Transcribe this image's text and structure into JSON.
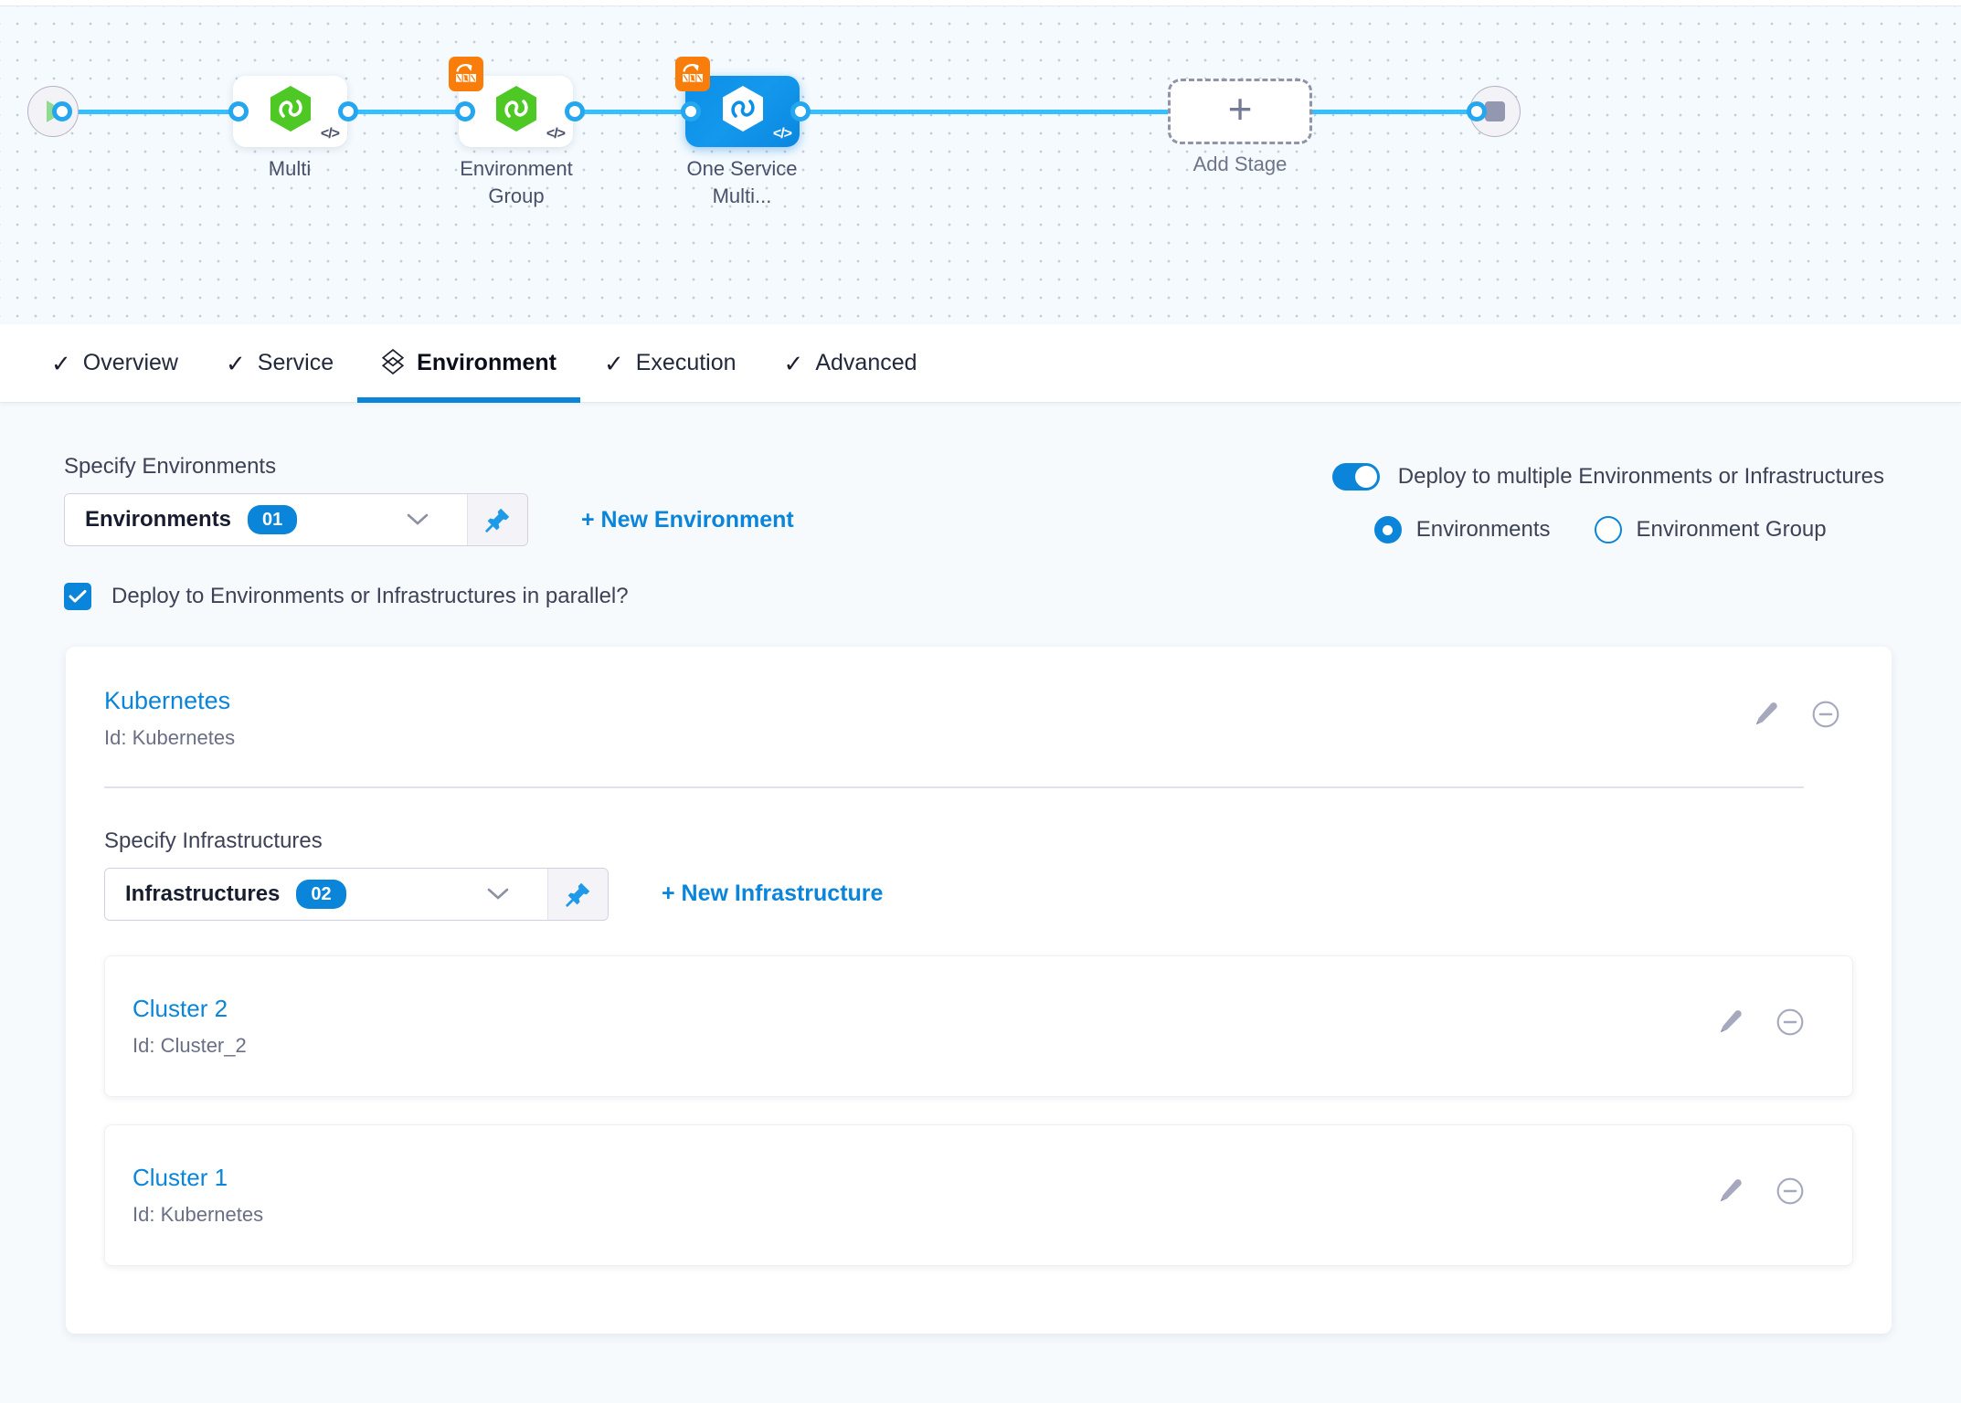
{
  "pipeline": {
    "start_node": "start-play",
    "end_node": "end-stop",
    "stages": [
      {
        "name": "Multi",
        "label": "Multi",
        "selected": false,
        "badge": false,
        "code_glyph": "</>"
      },
      {
        "name": "Environment Group",
        "label": "Environment\nGroup",
        "selected": false,
        "badge": true,
        "code_glyph": "</>"
      },
      {
        "name": "One Service Multi...",
        "label": "One Service\nMulti...",
        "selected": true,
        "badge": true,
        "code_glyph": "</>"
      }
    ],
    "add_stage_label": "Add Stage",
    "line_color": "#36bfff",
    "selected_color": "#0c8fe8",
    "badge_color": "#f97d0a"
  },
  "tabs": [
    {
      "label": "Overview",
      "icon": "check-icon",
      "active": false
    },
    {
      "label": "Service",
      "icon": "check-icon",
      "active": false
    },
    {
      "label": "Environment",
      "icon": "layers-icon",
      "active": true
    },
    {
      "label": "Execution",
      "icon": "check-icon",
      "active": false
    },
    {
      "label": "Advanced",
      "icon": "check-icon",
      "active": false
    }
  ],
  "environments_section": {
    "label": "Specify Environments",
    "dropdown_text": "Environments",
    "dropdown_count": "01",
    "new_link": "+ New Environment",
    "parallel_checkbox_label": "Deploy to Environments or Infrastructures in parallel?",
    "parallel_checked": true
  },
  "deploy_options": {
    "toggle_label": "Deploy to multiple Environments or Infrastructures",
    "toggle_on": true,
    "radios": [
      {
        "label": "Environments",
        "selected": true
      },
      {
        "label": "Environment Group",
        "selected": false
      }
    ]
  },
  "environment_card": {
    "title": "Kubernetes",
    "id_text": "Id: Kubernetes",
    "edit_icon": "pencil-icon",
    "remove_icon": "minus-circle-icon",
    "infrastructures": {
      "label": "Specify Infrastructures",
      "dropdown_text": "Infrastructures",
      "dropdown_count": "02",
      "new_link": "+ New Infrastructure",
      "items": [
        {
          "title": "Cluster 2",
          "id_text": "Id: Cluster_2"
        },
        {
          "title": "Cluster 1",
          "id_text": "Id: Kubernetes"
        }
      ]
    }
  },
  "colors": {
    "accent": "#0a85d9",
    "canvas_bg": "#f4fafe",
    "page_bg": "#f6fafd",
    "orange": "#f97d0a",
    "green": "#4dc825"
  }
}
